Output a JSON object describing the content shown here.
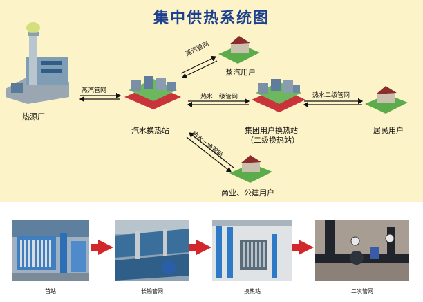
{
  "title": "集中供热系统图",
  "nodes": {
    "heat_source": "热源厂",
    "steam_water_station": "汽水换热站",
    "steam_user": "蒸汽用户",
    "group_station": "集团用户换热站",
    "group_station_sub": "（二级换热站）",
    "resident_user": "居民用户",
    "commercial_user": "商业、公建用户"
  },
  "pipes": {
    "steam_main": "蒸汽管网",
    "steam_branch": "蒸汽管网",
    "hot_water_primary_east": "热水一级管网",
    "hot_water_primary_south": "热水一级管网",
    "hot_water_secondary": "热水二级管网"
  },
  "photos": [
    {
      "caption": "首站",
      "icon": "plate-heat-exchanger"
    },
    {
      "caption": "长输管网",
      "icon": "insulated-pipeline"
    },
    {
      "caption": "换热站",
      "icon": "heat-exchange-station"
    },
    {
      "caption": "二次管网",
      "icon": "valve-pipeline"
    }
  ],
  "colors": {
    "arrow": "#d2282c",
    "title": "#1d3f8f",
    "background": "#fdf3c8"
  }
}
